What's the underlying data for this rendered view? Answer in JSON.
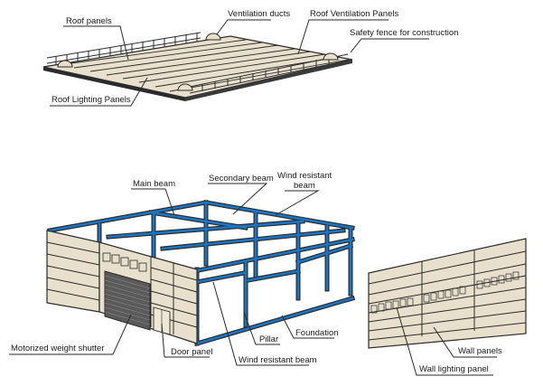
{
  "diagram": {
    "sections": {
      "roof": {
        "labels": {
          "roof_panels": "Roof panels",
          "ventilation_ducts": "Ventilation ducts",
          "roof_ventilation_panels": "Roof Ventilation Panels",
          "safety_fence": "Safety fence for construction",
          "roof_lighting_panels": "Roof Lighting Panels"
        }
      },
      "frame": {
        "labels": {
          "main_beam": "Main beam",
          "secondary_beam": "Secondary beam",
          "wind_resistant_beam_top_line1": "Wind resistant",
          "wind_resistant_beam_top_line2": "beam",
          "motorized_weight_shutter": "Motorized weight shutter",
          "door_panel": "Door panel",
          "pillar": "Pillar",
          "foundation": "Foundation",
          "wind_resistant_beam_bottom": "Wind resistant beam"
        }
      },
      "wall": {
        "labels": {
          "wall_panels": "Wall panels",
          "wall_lighting_panel": "Wall lighting panel"
        }
      }
    },
    "colors": {
      "steel_frame": "#1c74c4",
      "panel_fill": "#e8e0cc",
      "outline": "#2b2b2b"
    }
  }
}
